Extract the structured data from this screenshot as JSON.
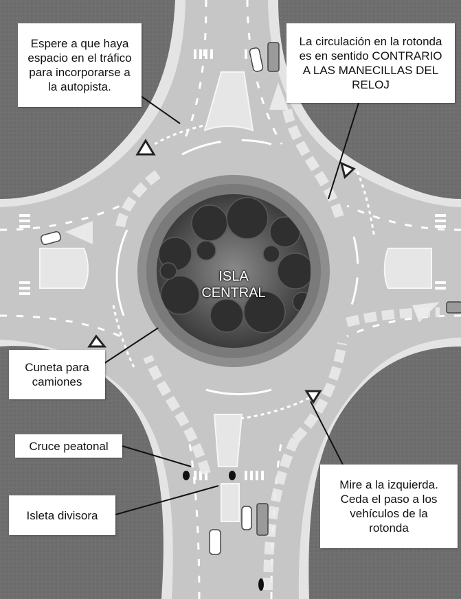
{
  "callouts": {
    "wait_gap": [
      "Espere a que haya",
      "espacio en el tráfico",
      "para incorporarse a",
      "la autopista."
    ],
    "counterclockwise": [
      "La circulación en la rotonda",
      "es en sentido CONTRARIO",
      "A LAS MANECILLAS DEL",
      "RELOJ"
    ],
    "truck_apron": [
      "Cuneta para",
      "camiones"
    ],
    "crosswalk": [
      "Cruce peatonal"
    ],
    "splitter_island": [
      "Isleta divisora"
    ],
    "look_left": [
      "Mire a la izquierda.",
      "Ceda el paso a los",
      "vehículos de la",
      "rotonda"
    ]
  },
  "island": [
    "ISLA",
    "CENTRAL"
  ],
  "colors": {
    "grass": "#6e6e6e",
    "pavement": "#c6c6c6",
    "curb": "#e4e4e4",
    "truck_apron": "#8e8e8e",
    "central_island": "#555555",
    "arrow": "#ececec"
  }
}
